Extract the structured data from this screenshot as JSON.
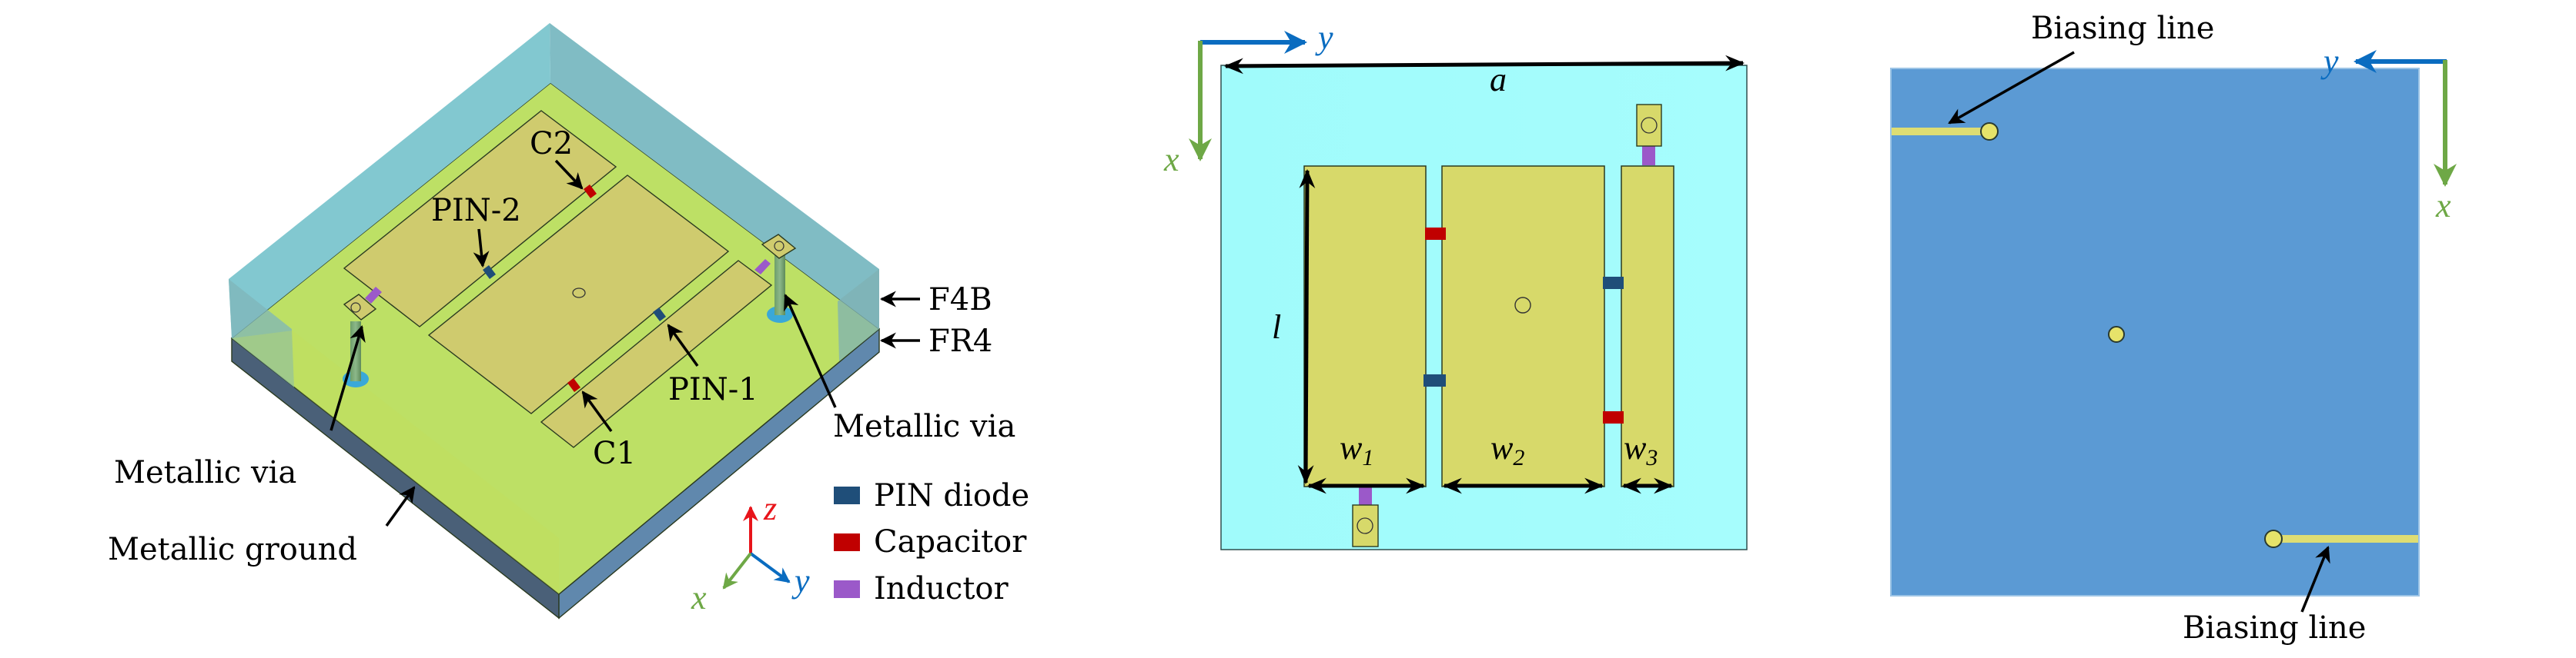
{
  "figure": {
    "panels": [
      "3d-view",
      "top-view",
      "bottom-view"
    ]
  },
  "panel_3d": {
    "labels": {
      "c2": "C2",
      "pin2": "PIN-2",
      "pin1": "PIN-1",
      "c1": "C1",
      "via_left": "Metallic via",
      "via_right": "Metallic via",
      "ground": "Metallic ground",
      "f4b": "F4B",
      "fr4": "FR4"
    },
    "axes": {
      "x": "x",
      "y": "y",
      "z": "z"
    },
    "legend": [
      {
        "label": "PIN diode",
        "color": "#1f4e79"
      },
      {
        "label": "Capacitor",
        "color": "#c00000"
      },
      {
        "label": "Inductor",
        "color": "#9b59c9"
      }
    ]
  },
  "panel_top": {
    "axes": {
      "x": "x",
      "y": "y"
    },
    "dims": {
      "a": "a",
      "l": "l",
      "w1": "w",
      "w1_sub": "1",
      "w2": "w",
      "w2_sub": "2",
      "w3": "w",
      "w3_sub": "3"
    }
  },
  "panel_bottom": {
    "axes": {
      "x": "x",
      "y": "y"
    },
    "labels": {
      "bias_top": "Biasing line",
      "bias_bottom": "Biasing line"
    }
  },
  "colors": {
    "f4b": "#82c8d0",
    "fr4_top": "#bde065",
    "ground": "#4a6078",
    "patch": "#cfcb6e",
    "top_substrate": "#a2fcfc",
    "top_patch": "#d7d96a",
    "bottom_ground": "#5b9ad4",
    "bias_line": "#dedd73",
    "axis_x": "#6ea846",
    "axis_y": "#0a6cc0",
    "axis_z": "#e8141a"
  }
}
